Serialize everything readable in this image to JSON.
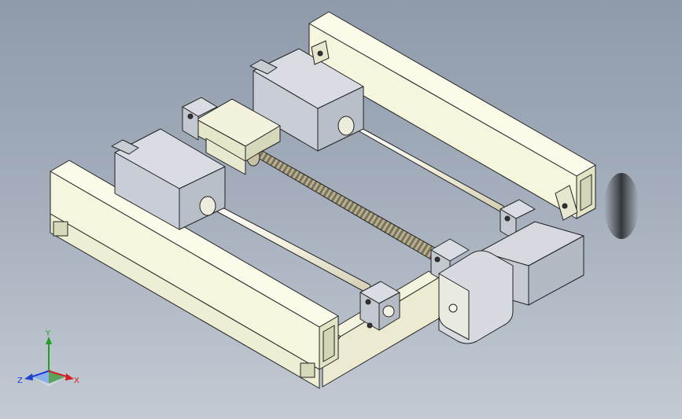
{
  "viewport": {
    "background_top": "#8f9bab",
    "background_bottom": "#c3cad3"
  },
  "model": {
    "colors": {
      "rail_front": "#f6f6df",
      "rail_top": "#fbfbea",
      "rail_side": "#e3e3c6",
      "block_top": "#d9dde3",
      "block_front": "#c9ced6",
      "block_side": "#b9bfc8",
      "rod": "#f3f1e4",
      "screw": "#b2aa8e",
      "outline": "#222222"
    }
  },
  "triad": {
    "x_label": "X",
    "y_label": "Y",
    "z_label": "Z",
    "x_color": "#d42020",
    "y_color": "#22a022",
    "z_color": "#2040d0"
  }
}
